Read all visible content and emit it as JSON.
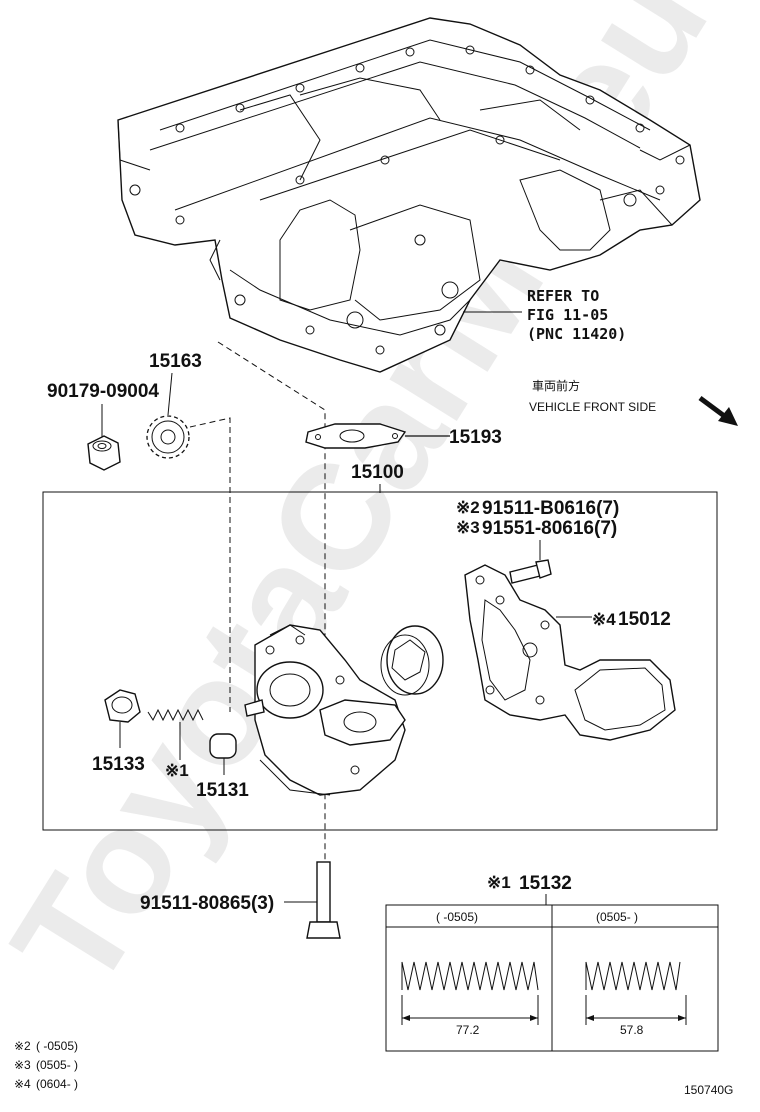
{
  "watermark": "ToyotaCarMir.eu",
  "refer_note": {
    "line1": "REFER TO",
    "line2": "FIG 11-05",
    "line3": "(PNC 11420)"
  },
  "direction": {
    "jp": "車両前方",
    "en": "VEHICLE FRONT SIDE"
  },
  "parts": {
    "p15163": "15163",
    "p90179": "90179-09004",
    "p15193": "15193",
    "p15100": "15100",
    "p91511b_mark": "※2",
    "p91511b": "91511-B0616(7)",
    "p91551_mark": "※3",
    "p91551": "91551-80616(7)",
    "p15012_mark": "※4",
    "p15012": "15012",
    "p15133": "15133",
    "p15131": "15131",
    "mark1": "※1",
    "p91511_8": "91511-80865(3)"
  },
  "spring_table": {
    "mark": "※1",
    "part": "15132",
    "col1": "(      -0505)",
    "col2": "(0505-      )",
    "len1": "77.2",
    "len2": "57.8"
  },
  "footnotes": [
    {
      "mark": "※2",
      "text": "(      -0505)"
    },
    {
      "mark": "※3",
      "text": "(0505-      )"
    },
    {
      "mark": "※4",
      "text": "(0604-      )"
    }
  ],
  "figure_id": "150740G"
}
